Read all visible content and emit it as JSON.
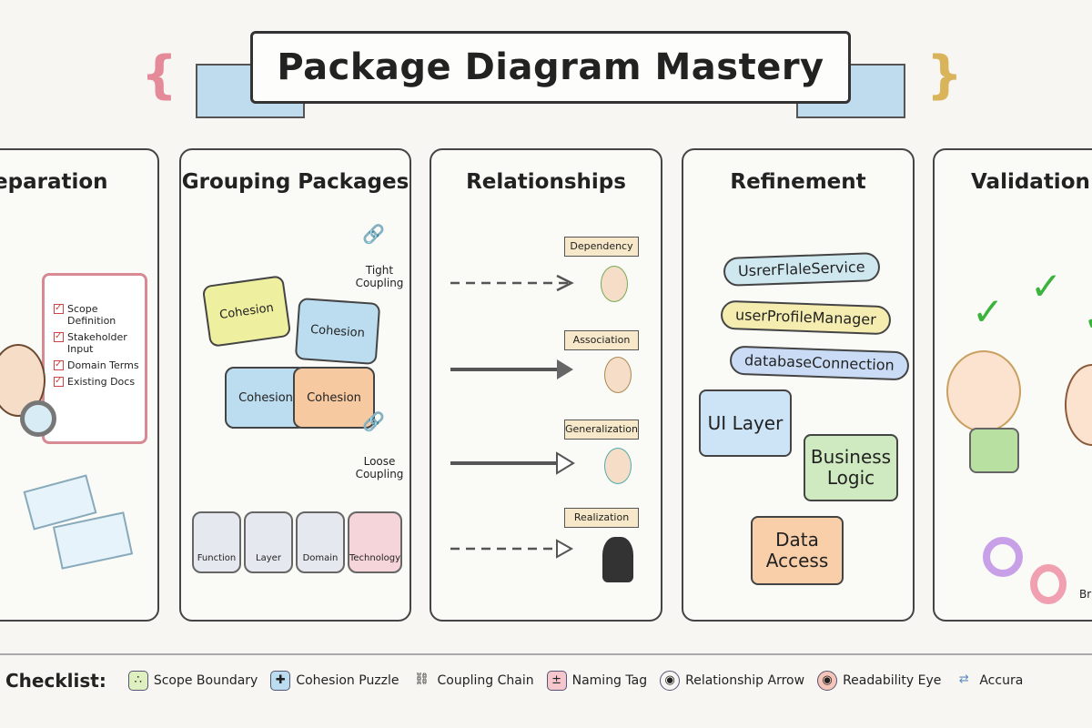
{
  "title": "Package Diagram Mastery",
  "panels": [
    {
      "title": "Separation",
      "checklist": [
        "Scope Definition",
        "Stakeholder Input",
        "Domain Terms",
        "Existing Docs"
      ]
    },
    {
      "title": "Grouping Packages",
      "pieces": [
        "Cohesion",
        "Cohesion",
        "Cohesion",
        "Cohesion"
      ],
      "tight": "Tight Coupling",
      "loose": "Loose Coupling",
      "categories": [
        "Function",
        "Layer",
        "Domain",
        "Technology"
      ]
    },
    {
      "title": "Relationships",
      "relations": [
        "Dependency",
        "Association",
        "Generalization",
        "Realization"
      ]
    },
    {
      "title": "Refinement",
      "names": [
        "UsrerFlaleService",
        "userProfileManager",
        "databaseConnection"
      ],
      "layers": [
        "UI Layer",
        "Business Logic",
        "Data Access"
      ]
    },
    {
      "title": "Validation",
      "note": "Br"
    }
  ],
  "legend": {
    "title": "Checklist:",
    "items": [
      {
        "label": "Scope Boundary",
        "icon": "map-icon"
      },
      {
        "label": "Cohesion Puzzle",
        "icon": "puzzle-icon"
      },
      {
        "label": "Coupling Chain",
        "icon": "chain-icon"
      },
      {
        "label": "Naming Tag",
        "icon": "tag-icon"
      },
      {
        "label": "Relationship Arrow",
        "icon": "eye-icon"
      },
      {
        "label": "Readability Eye",
        "icon": "eye-icon"
      },
      {
        "label": "Accura",
        "icon": "arrows-icon"
      }
    ]
  },
  "colors": {
    "yellow": "#eef0a0",
    "blue": "#bcdcf0",
    "orange": "#f6c9a0",
    "green": "#c6e6b0",
    "pink": "#f5c6cc"
  }
}
